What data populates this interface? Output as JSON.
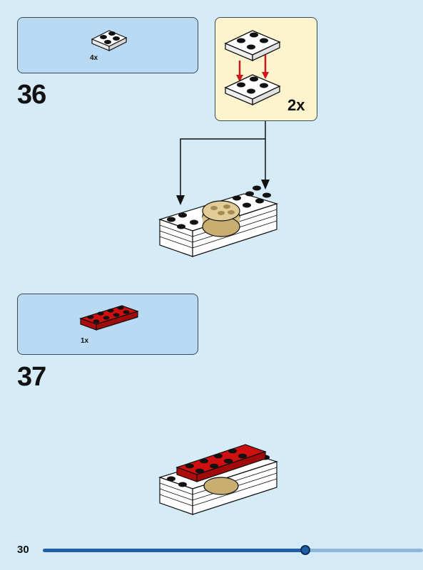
{
  "steps": [
    {
      "number": "36",
      "parts_quantity": "4x"
    },
    {
      "number": "37",
      "parts_quantity": "1x"
    }
  ],
  "subassembly": {
    "multiplier": "2x"
  },
  "footer": {
    "page_number": "30",
    "progress_fraction": 0.69
  },
  "colors": {
    "background": "#d6ebf8",
    "parts_box": "#b9daf2",
    "subassembly_box": "#fdf3cc",
    "brick_white": "#ffffff",
    "brick_red": "#d01010",
    "brick_tan": "#d8c08a",
    "arrow_red": "#d0141c",
    "progress": "#1f5fa8"
  }
}
